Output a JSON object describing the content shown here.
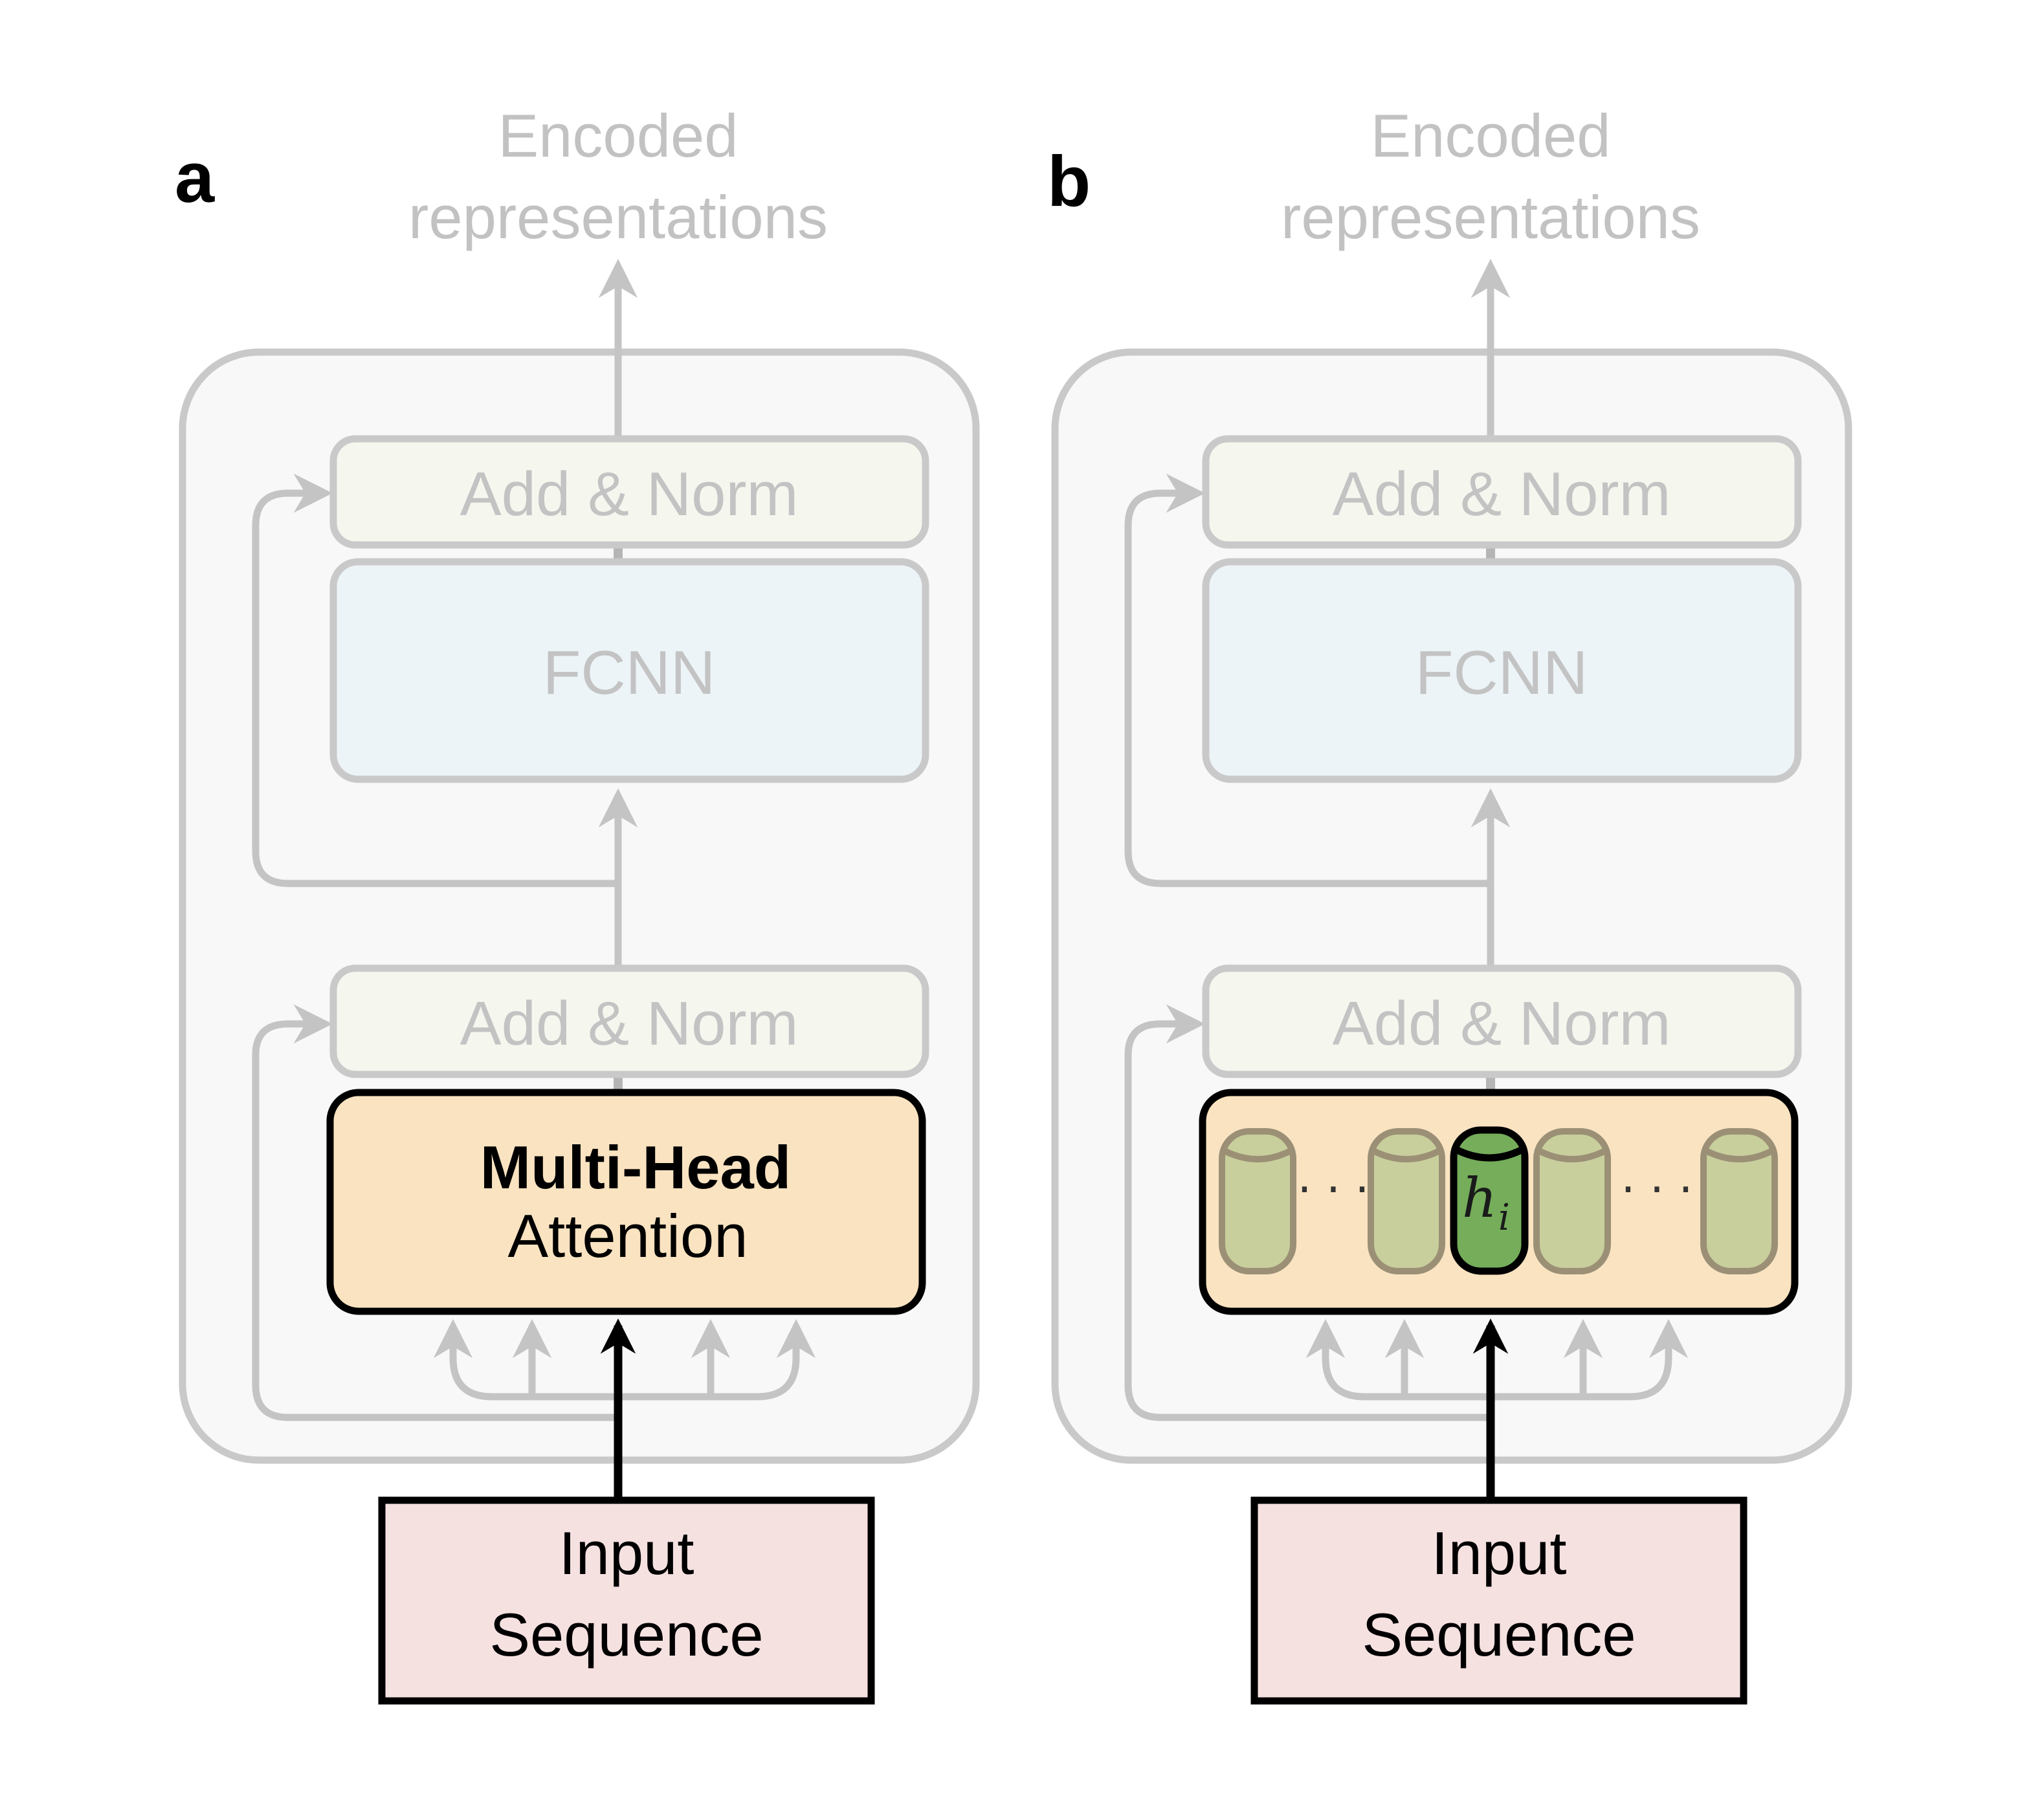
{
  "panels": {
    "a": {
      "label": "a",
      "output_line1": "Encoded",
      "output_line2": "representations",
      "add_norm_top": "Add & Norm",
      "fcnn": "FCNN",
      "add_norm_bottom": "Add & Norm",
      "attention_line1": "Multi-Head",
      "attention_line2": "Attention",
      "input_line1": "Input",
      "input_line2": "Sequence"
    },
    "b": {
      "label": "b",
      "output_line1": "Encoded",
      "output_line2": "representations",
      "add_norm_top": "Add & Norm",
      "fcnn": "FCNN",
      "add_norm_bottom": "Add & Norm",
      "head_label": "h",
      "head_subscript": "i",
      "ellipsis": "· · ·",
      "input_line1": "Input",
      "input_line2": "Sequence"
    }
  },
  "colors": {
    "frame": "#c9c9c9",
    "frame_fill": "#f8f8f8",
    "add_norm_fill": "#f5f7ef",
    "fcnn_fill": "#edf4f8",
    "attention_fill": "#fae3c1",
    "input_fill": "#f6e1e1",
    "head_fill": "#c8cf9c",
    "head_stroke": "#9b9076",
    "head_active_fill": "#75ad5a"
  }
}
